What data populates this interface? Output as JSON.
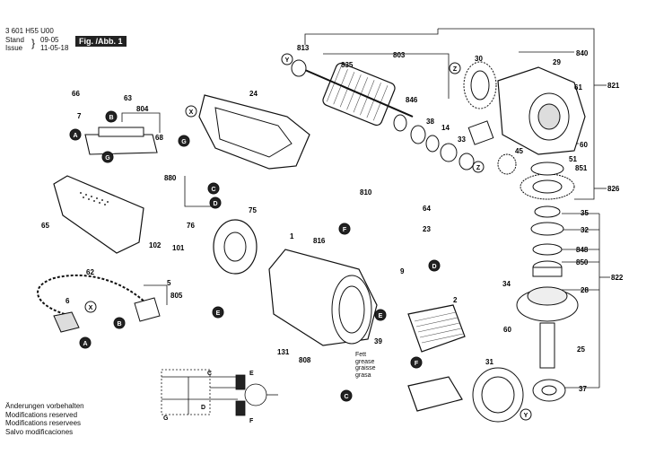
{
  "header": {
    "doc_number": "3 601 H55 U00",
    "stand_label": "Stand",
    "issue_label": "Issue",
    "stand_value": "09-05",
    "issue_value": "11-05-18",
    "figure_label": "Fig. /Abb. 1"
  },
  "footer": {
    "lines": [
      "Änderungen vorbehalten",
      "Modifications reserved",
      "Modifications reservees",
      "Salvo modificaciones"
    ]
  },
  "grease_note": [
    "Fett",
    "grease",
    "graisse",
    "grasa"
  ],
  "part_numbers": [
    "813",
    "803",
    "835",
    "846",
    "38",
    "14",
    "33",
    "30",
    "840",
    "29",
    "821",
    "61",
    "60",
    "51",
    "851",
    "826",
    "24",
    "66",
    "63",
    "804",
    "7",
    "68",
    "880",
    "810",
    "64",
    "23",
    "816",
    "9",
    "5",
    "805",
    "6",
    "65",
    "102",
    "76",
    "101",
    "62",
    "75",
    "1",
    "2",
    "39",
    "808",
    "131",
    "34",
    "60",
    "25",
    "37",
    "35",
    "32",
    "848",
    "850",
    "822",
    "28",
    "45",
    "31"
  ],
  "callout_letters": [
    "Y",
    "Z",
    "X",
    "B",
    "A",
    "G",
    "C",
    "D",
    "F",
    "E"
  ],
  "wiring_labels": [
    "C",
    "E",
    "F",
    "G",
    "D"
  ],
  "colors": {
    "ink": "#111111",
    "shade": "#555555",
    "paper": "#ffffff"
  }
}
